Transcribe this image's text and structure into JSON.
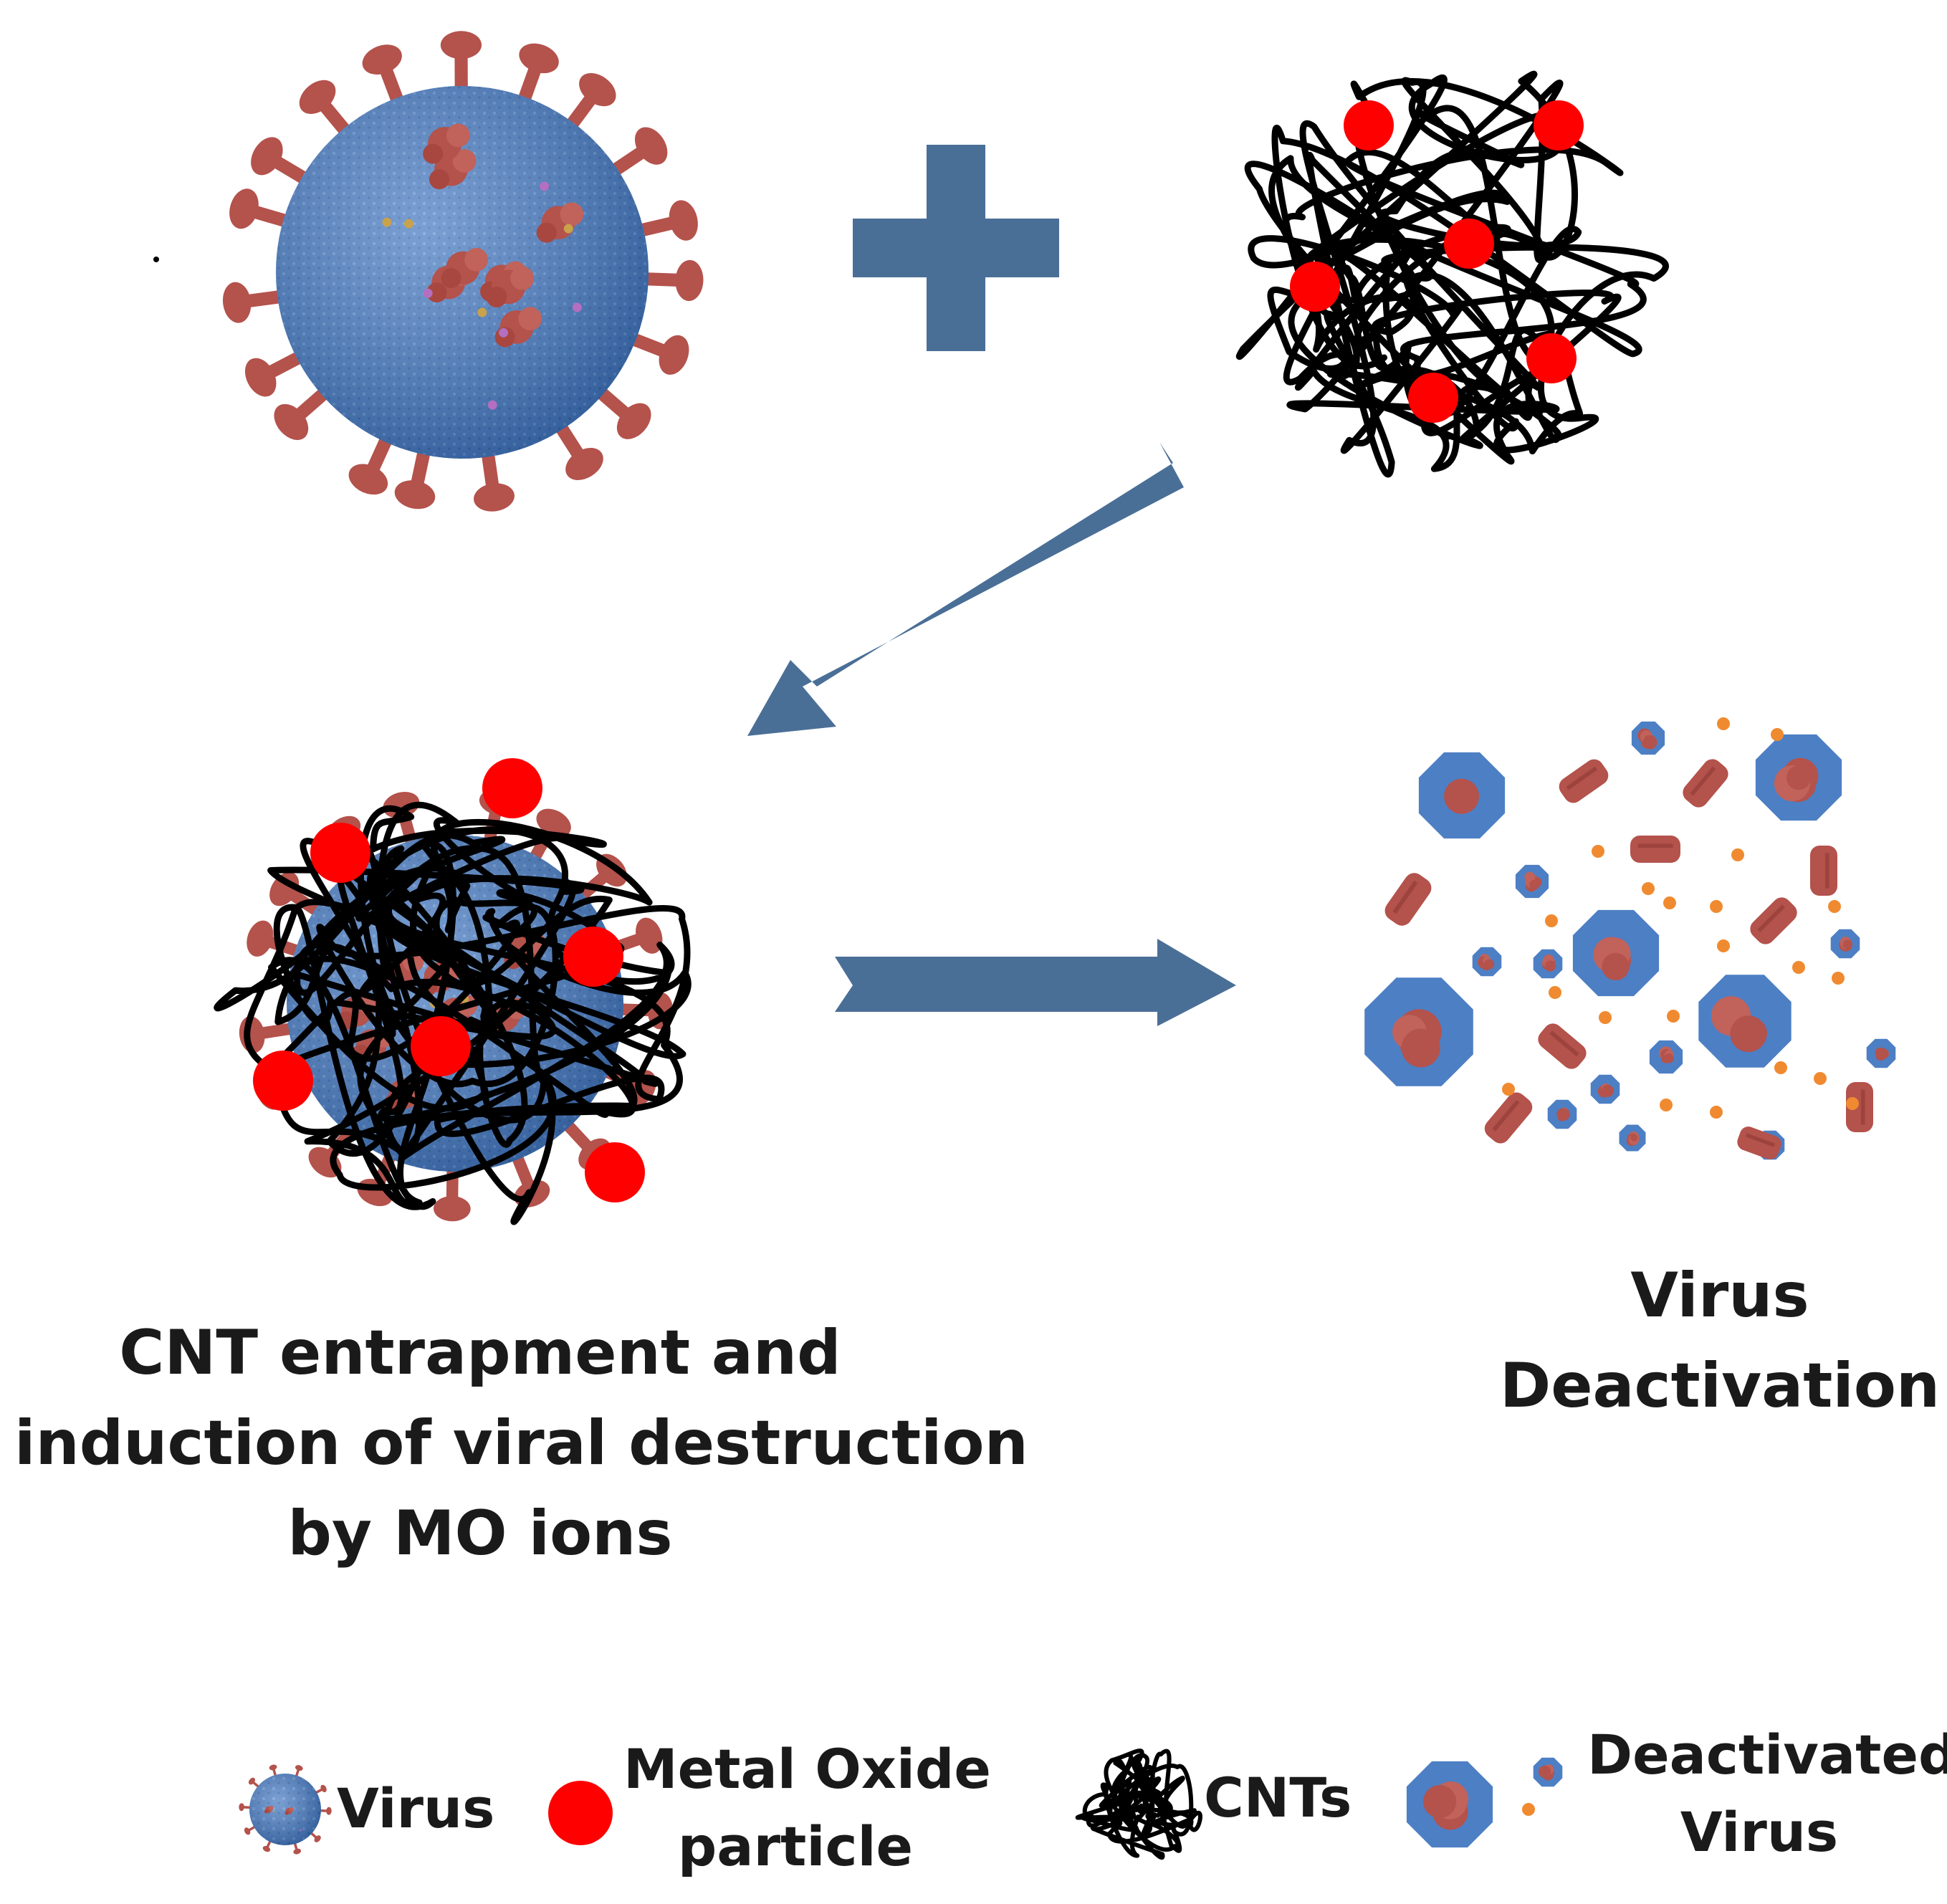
{
  "captions": {
    "entrapment": [
      "CNT entrapment and",
      "induction of viral destruction",
      "by MO ions"
    ],
    "deactivation": [
      "Virus",
      "Deactivation"
    ]
  },
  "legend": {
    "virus": "Virus",
    "metal_oxide": [
      "Metal Oxide",
      "particle"
    ],
    "cnts": "CNTs",
    "deactivated": [
      "Deactivated",
      "Virus"
    ]
  },
  "colors": {
    "arrow": "#4a6f97",
    "virus_body": "#4d7fc4",
    "spike": "#b4524c",
    "metal_oxide": "#ff0000",
    "cnt": "#000000",
    "fragment_dot": "#f08a30"
  },
  "icons": [
    "plus-icon",
    "arrow-down-left-icon",
    "arrow-right-icon",
    "virus-icon",
    "cnt-tangle-icon",
    "metal-oxide-particle-icon",
    "deactivated-virus-icon"
  ]
}
